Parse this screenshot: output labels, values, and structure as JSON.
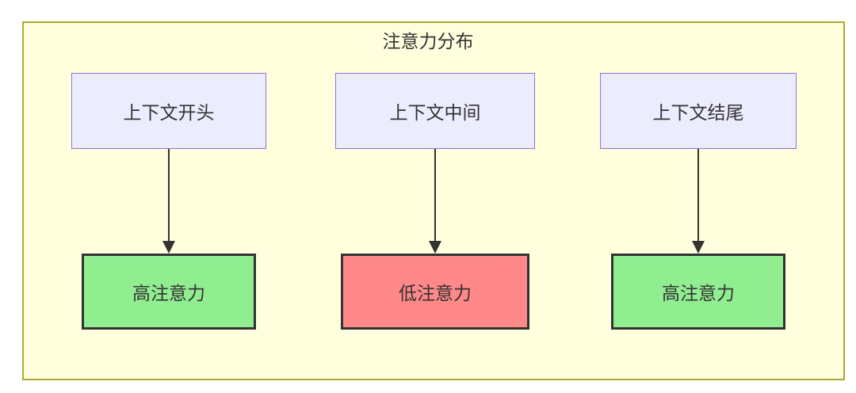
{
  "diagram": {
    "title": "注意力分布",
    "columns": [
      {
        "source": "上下文开头",
        "target": "高注意力",
        "attention": "high"
      },
      {
        "source": "上下文中间",
        "target": "低注意力",
        "attention": "low"
      },
      {
        "source": "上下文结尾",
        "target": "高注意力",
        "attention": "high"
      }
    ],
    "colors": {
      "cluster_background": "#ffffde",
      "cluster_border": "#aaaa33",
      "source_node_background": "#ececff",
      "source_node_border": "#9370db",
      "high_attention_background": "#90ee90",
      "low_attention_background": "#ff8888",
      "target_node_border": "#333333",
      "arrow": "#333333",
      "text": "#333333"
    }
  }
}
